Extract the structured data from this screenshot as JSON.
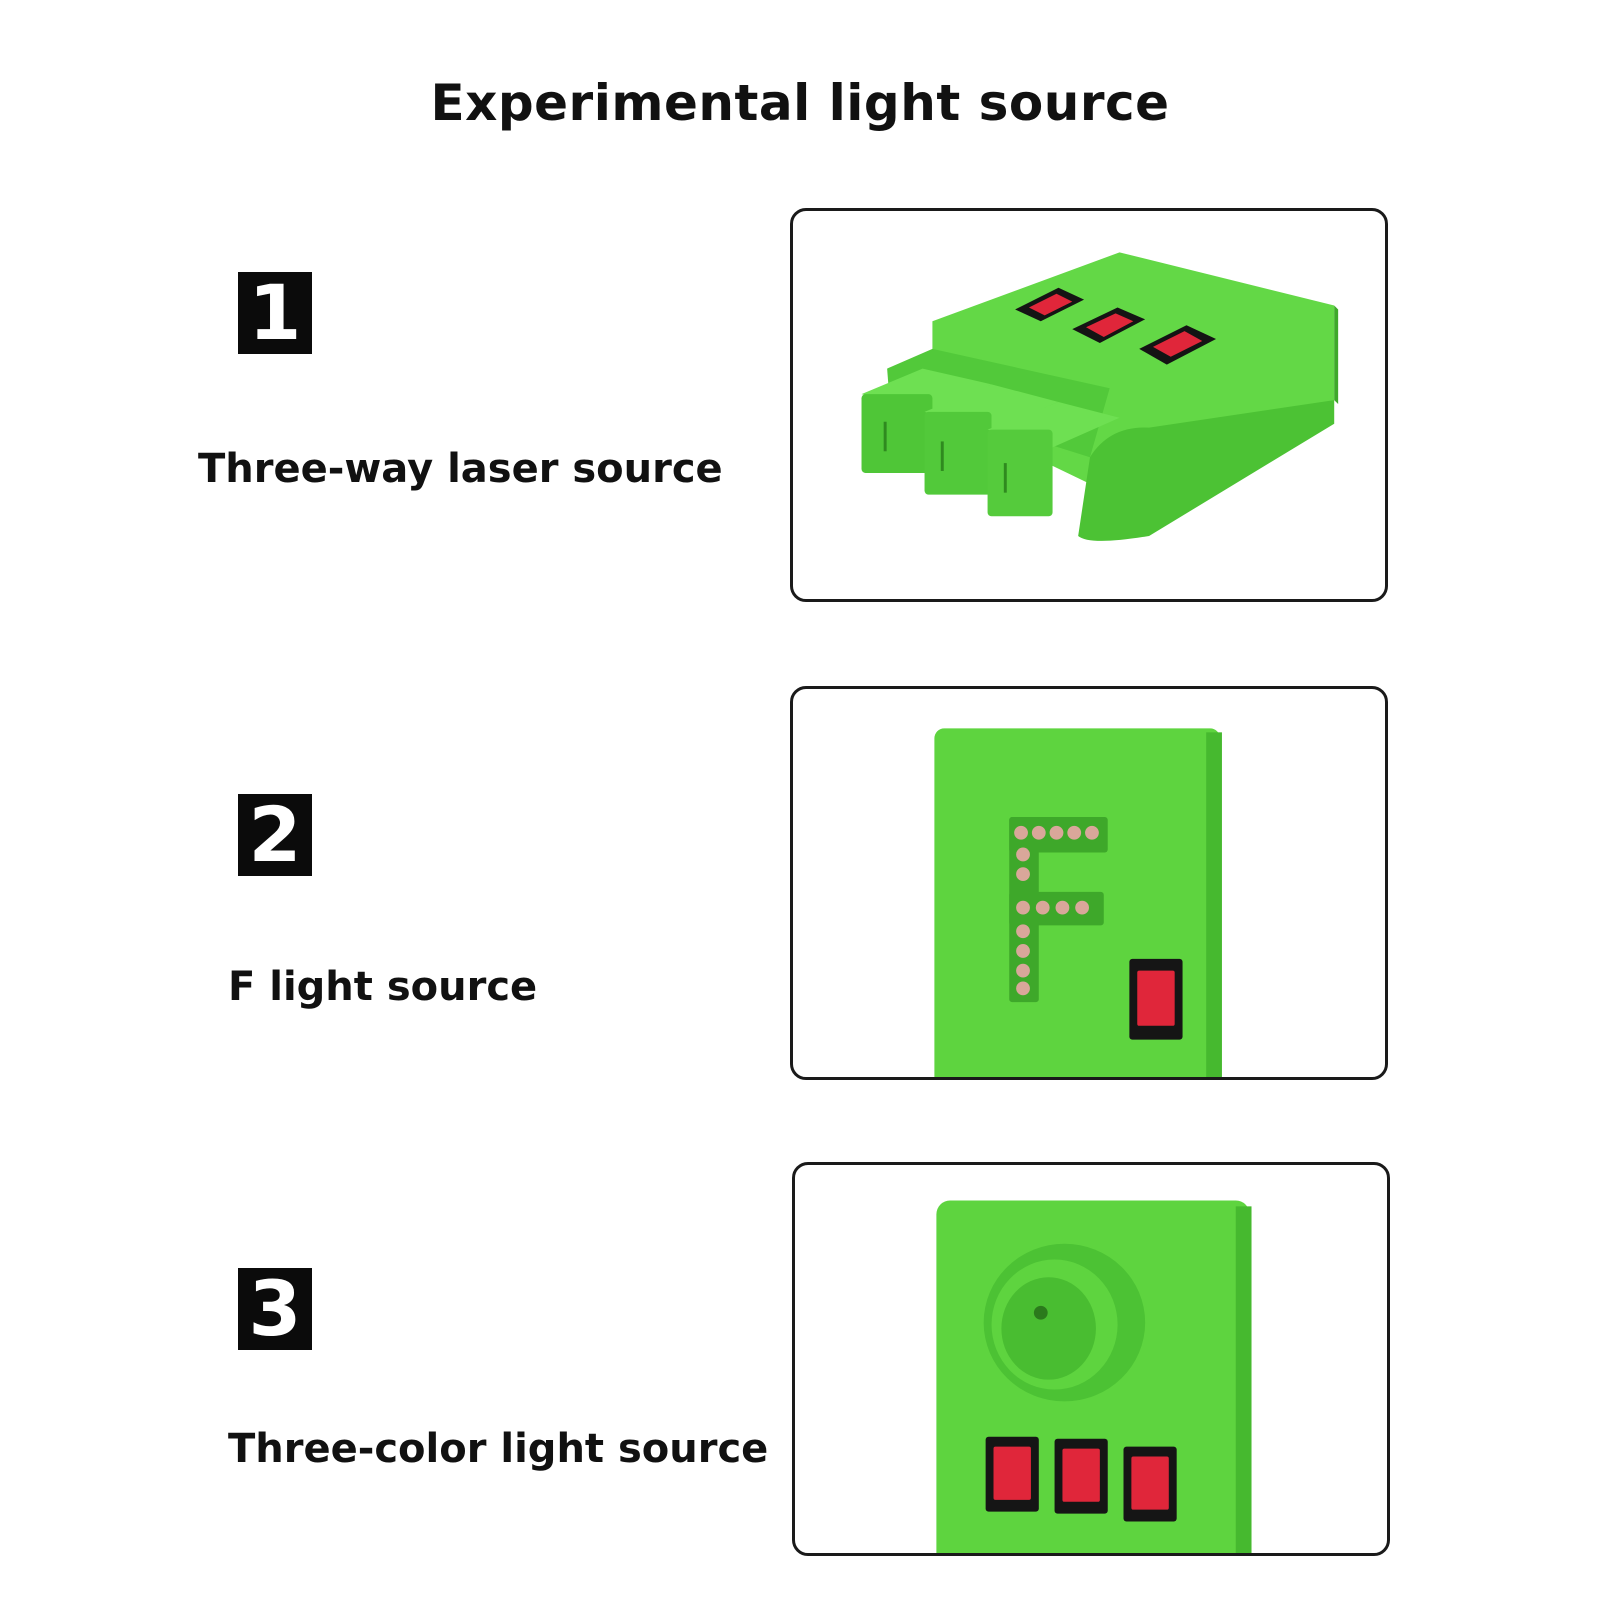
{
  "title": "Experimental light source",
  "items": [
    {
      "number": "1",
      "label": "Three-way laser source"
    },
    {
      "number": "2",
      "label": "F light source"
    },
    {
      "number": "3",
      "label": "Three-color light source"
    }
  ],
  "colors": {
    "device_green": "#5ed43f",
    "device_green_dark": "#3ea82a",
    "switch_red": "#e0263a",
    "badge_black": "#0b0b0b"
  }
}
